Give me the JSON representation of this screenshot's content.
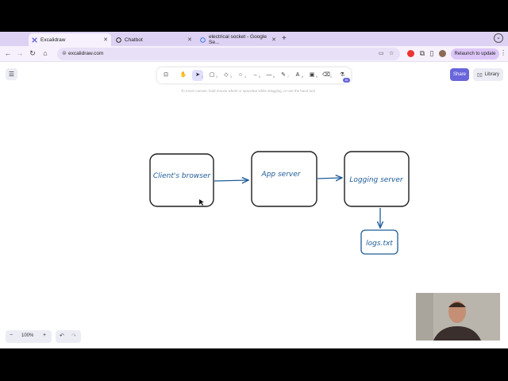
{
  "browser": {
    "tabs": [
      {
        "label": "Excalidraw",
        "active": true
      },
      {
        "label": "Chatbot",
        "active": false
      },
      {
        "label": "electrical socket - Google Se...",
        "active": false
      }
    ],
    "url": "excalidraw.com",
    "relaunch_label": "Relaunch to update"
  },
  "app": {
    "hint": "To move canvas, hold mouse wheel or spacebar while dragging, or use the hand tool",
    "share_label": "Share",
    "library_label": "Library",
    "zoom_level": "100%",
    "tool_badge": "AI",
    "tools": [
      {
        "name": "lock-tool",
        "glyph": "⊡",
        "key": ""
      },
      {
        "name": "hand-tool",
        "glyph": "✋",
        "key": ""
      },
      {
        "name": "selection-tool",
        "glyph": "➤",
        "key": "1"
      },
      {
        "name": "rectangle-tool",
        "glyph": "▢",
        "key": "2"
      },
      {
        "name": "diamond-tool",
        "glyph": "◇",
        "key": "3"
      },
      {
        "name": "ellipse-tool",
        "glyph": "○",
        "key": "4"
      },
      {
        "name": "arrow-tool",
        "glyph": "→",
        "key": "5"
      },
      {
        "name": "line-tool",
        "glyph": "—",
        "key": "6"
      },
      {
        "name": "draw-tool",
        "glyph": "✎",
        "key": "7"
      },
      {
        "name": "text-tool",
        "glyph": "A",
        "key": "8"
      },
      {
        "name": "image-tool",
        "glyph": "▣",
        "key": "9"
      },
      {
        "name": "eraser-tool",
        "glyph": "⌫",
        "key": "0"
      },
      {
        "name": "extra-tools",
        "glyph": "⚗",
        "key": ""
      }
    ]
  },
  "diagram": {
    "nodes": [
      {
        "id": "client",
        "label": "Client's browser"
      },
      {
        "id": "app",
        "label": "App server"
      },
      {
        "id": "logging",
        "label": "Logging server"
      },
      {
        "id": "logs",
        "label": "logs.txt"
      }
    ]
  },
  "colors": {
    "accent": "#6965db",
    "stroke": "#1e1e1e",
    "arrow": "#1e5c99"
  }
}
